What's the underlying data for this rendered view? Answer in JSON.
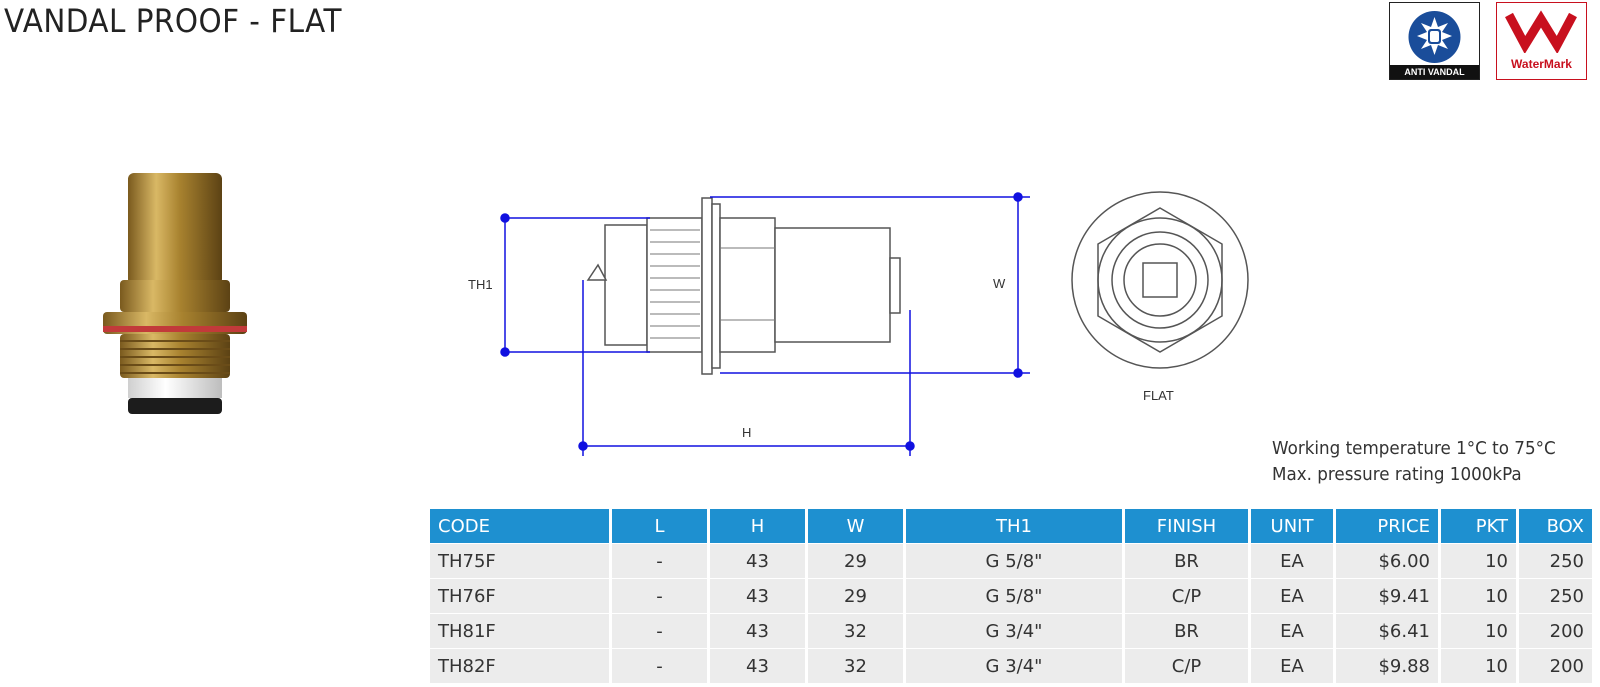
{
  "title": "VANDAL PROOF - FLAT",
  "badges": {
    "anti_vandal": "ANTI VANDAL",
    "watermark": "WaterMark"
  },
  "drawing": {
    "labels": {
      "th1": "TH1",
      "w": "W",
      "h": "H",
      "flat": "FLAT"
    }
  },
  "notes": {
    "temperature": "Working temperature 1°C to 75°C",
    "pressure": "Max. pressure rating 1000kPa"
  },
  "table": {
    "headers": [
      "CODE",
      "L",
      "H",
      "W",
      "TH1",
      "FINISH",
      "UNIT",
      "PRICE",
      "PKT",
      "BOX"
    ],
    "rows": [
      [
        "TH75F",
        "-",
        "43",
        "29",
        "G 5/8\"",
        "BR",
        "EA",
        "$6.00",
        "10",
        "250"
      ],
      [
        "TH76F",
        "-",
        "43",
        "29",
        "G 5/8\"",
        "C/P",
        "EA",
        "$9.41",
        "10",
        "250"
      ],
      [
        "TH81F",
        "-",
        "43",
        "32",
        "G 3/4\"",
        "BR",
        "EA",
        "$6.41",
        "10",
        "200"
      ],
      [
        "TH82F",
        "-",
        "43",
        "32",
        "G 3/4\"",
        "C/P",
        "EA",
        "$9.88",
        "10",
        "200"
      ]
    ]
  },
  "colors": {
    "header_blue": "#1e90d0",
    "dimension_blue": "#1010e0",
    "row_gray": "#ececec",
    "watermark_red": "#c8101e",
    "brass": "#b8913a"
  }
}
